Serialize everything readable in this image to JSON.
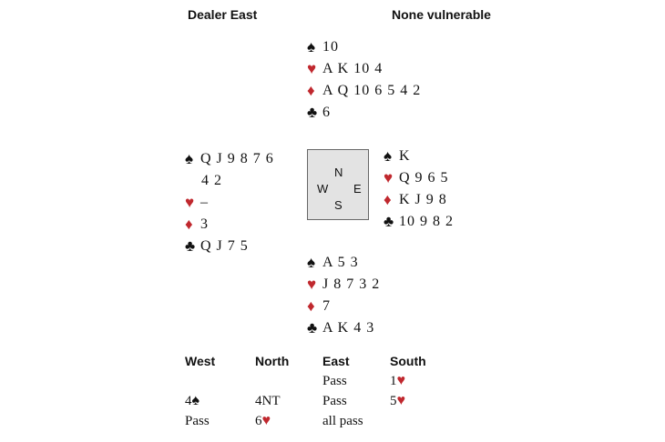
{
  "header": {
    "dealer": "Dealer East",
    "vulnerability": "None vulnerable"
  },
  "suit_colors": {
    "black": "#111111",
    "red": "#c0282e"
  },
  "symbols": {
    "spade": "♠",
    "heart": "♥",
    "diamond": "♦",
    "club": "♣"
  },
  "hands": {
    "north": {
      "spades": "10",
      "hearts": "A K 10 4",
      "diamonds": "A Q 10 6 5 4 2",
      "clubs": "6"
    },
    "west": {
      "spades": "Q J 9 8 7 6",
      "spades_cont": "4 2",
      "hearts": "–",
      "diamonds": "3",
      "clubs": "Q J 7 5"
    },
    "east": {
      "spades": "K",
      "hearts": "Q 9 6 5",
      "diamonds": "K J 9 8",
      "clubs": "10 9 8 2"
    },
    "south": {
      "spades": "A 5 3",
      "hearts": "J 8 7 3 2",
      "diamonds": "7",
      "clubs": "A K 4 3"
    }
  },
  "compass": {
    "n": "N",
    "e": "E",
    "s": "S",
    "w": "W"
  },
  "auction": {
    "headers": {
      "west": "West",
      "north": "North",
      "east": "East",
      "south": "South"
    },
    "west": [
      "4",
      "Pass"
    ],
    "north": [
      "4NT",
      "6"
    ],
    "east": [
      "Pass",
      "Pass",
      "all pass"
    ],
    "south": [
      "1",
      "5"
    ]
  }
}
